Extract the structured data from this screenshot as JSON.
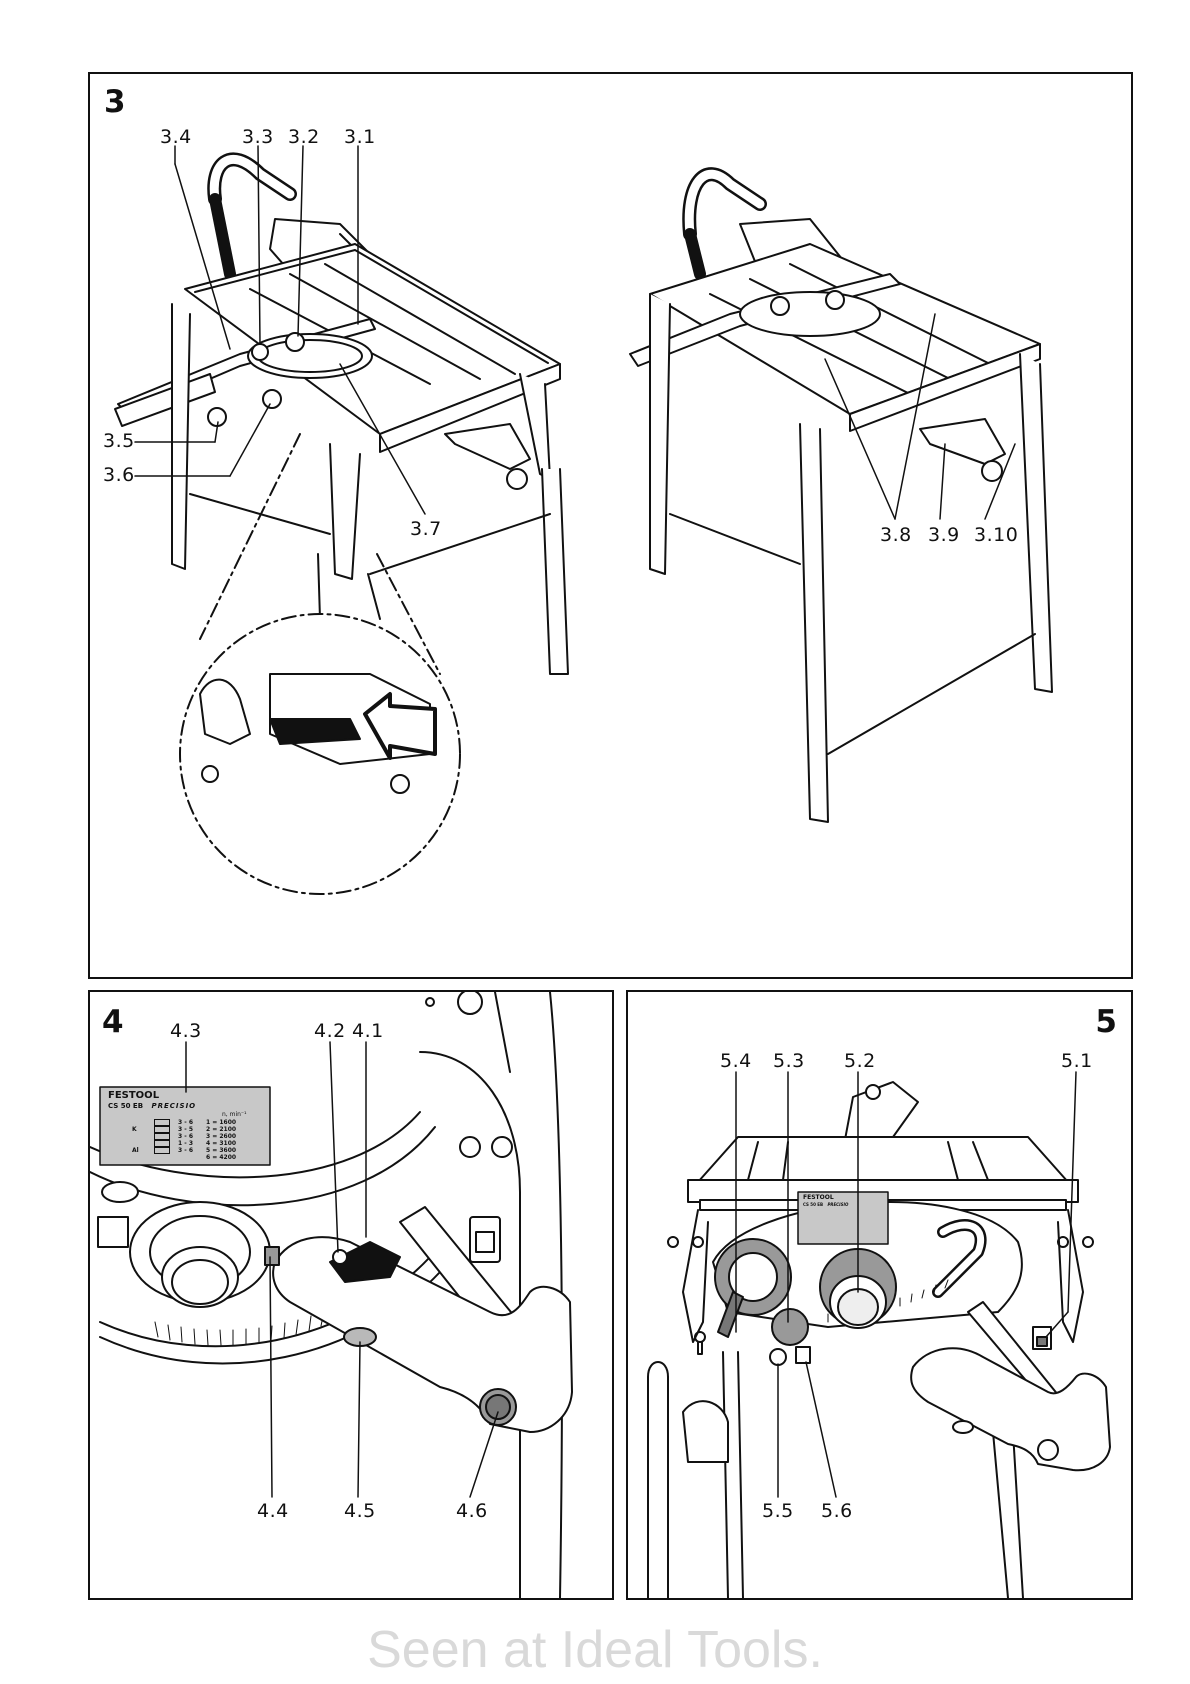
{
  "figure3": {
    "number": "3",
    "labels": {
      "c34": "3.4",
      "c33": "3.3",
      "c32": "3.2",
      "c31": "3.1",
      "c35": "3.5",
      "c36": "3.6",
      "c37": "3.7",
      "c38": "3.8",
      "c39": "3.9",
      "c310": "3.10"
    }
  },
  "figure4": {
    "number": "4",
    "labels": {
      "c43": "4.3",
      "c42": "4.2",
      "c41": "4.1",
      "c44": "4.4",
      "c45": "4.5",
      "c46": "4.6"
    },
    "plate": {
      "brand": "FESTOOL",
      "model": "CS 50 EB",
      "model_suffix": "PRECISIO",
      "header": "n, min⁻¹",
      "rows": [
        {
          "mat": "",
          "range": "3 - 6",
          "speed": "1 = 1600"
        },
        {
          "mat": "K",
          "range": "3 - 5",
          "speed": "2 = 2100"
        },
        {
          "mat": "",
          "range": "3 - 6",
          "speed": "3 = 2600"
        },
        {
          "mat": "",
          "range": "1 - 3",
          "speed": "4 = 3100"
        },
        {
          "mat": "Al",
          "range": "3 - 6",
          "speed": "5 = 3600"
        },
        {
          "mat": "",
          "range": "",
          "speed": "6 = 4200"
        }
      ]
    }
  },
  "figure5": {
    "number": "5",
    "labels": {
      "c54": "5.4",
      "c53": "5.3",
      "c52": "5.2",
      "c51": "5.1",
      "c55": "5.5",
      "c56": "5.6"
    },
    "plate": {
      "brand": "FESTOOL",
      "model": "CS 50 EB",
      "model_suffix": "PRECISIO"
    }
  },
  "watermark": "Seen at Ideal Tools."
}
